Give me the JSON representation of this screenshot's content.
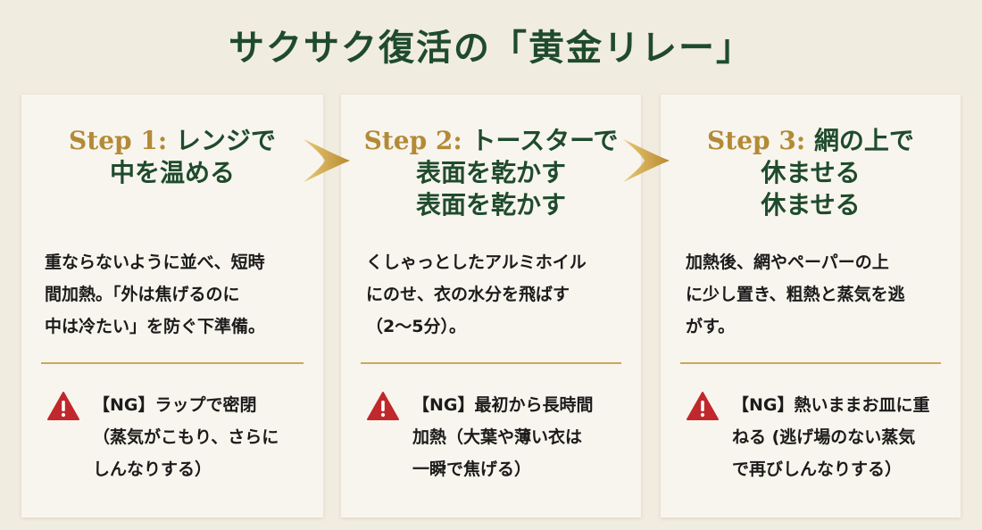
{
  "title": "サクサク復活の「黄金リレー」",
  "steps": [
    {
      "label": "Step 1:",
      "title_lines": [
        "レンジで",
        "中を温める"
      ],
      "desc": [
        "重ならないように並べ、短時",
        "間加熱。「外は焦げるのに",
        "中は冷たい」を防ぐ下準備。"
      ],
      "ng": [
        "【NG】ラップで密閉",
        "（蒸気がこもり、さらに",
        "しんなりする）"
      ]
    },
    {
      "label": "Step 2:",
      "title_lines": [
        "トースターで",
        "表面を乾かす",
        "表面を乾かす"
      ],
      "desc": [
        "くしゃっとしたアルミホイル",
        "にのせ、衣の水分を飛ばす",
        "（2〜5分）。"
      ],
      "ng": [
        "【NG】最初から長時間",
        "加熱（大葉や薄い衣は",
        "一瞬で焦げる）"
      ]
    },
    {
      "label": "Step 3:",
      "title_lines": [
        "網の上で",
        "休ませる",
        "休ませる"
      ],
      "desc": [
        "加熱後、網やペーパーの上",
        "に少し置き、粗熱と蒸気を逃",
        "がす。"
      ],
      "ng": [
        "【NG】熱いままお皿に重",
        "ねる (逃げ場のない蒸気",
        "で再びしんなりする）"
      ]
    }
  ],
  "colors": {
    "title": "#1f4b2d",
    "step_label": "#b38a36",
    "warning": "#c0282b",
    "arrow": "#c89a3e",
    "background": "#f1ece0",
    "card": "#f8f5ee"
  },
  "icons": {
    "arrow": "chevron-right-icon",
    "warning": "warning-triangle-icon"
  }
}
